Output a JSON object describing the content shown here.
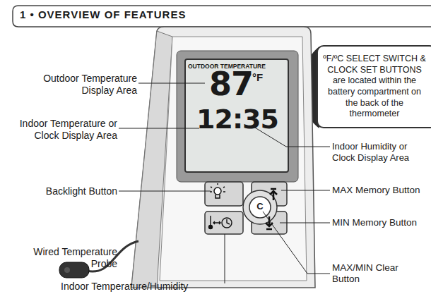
{
  "diagram": {
    "title": "1 • OVERVIEW OF FEATURES",
    "nodes": [
      {
        "text": [
          "ºF/ºC SELECT SWITCH & CLOCK SET BUTTONS are located within the battery compartment on the back of the thermometer"
        ]
      }
    ],
    "labels": [
      "Outdoor Temperature Display Area",
      "Indoor Temperature or Clock Display Area",
      "Backlight Button",
      "Wired Temperature Probe",
      "Indoor Temperature/Humidity",
      "Indoor Humidity or Clock Display Area",
      "MAX Memory Button",
      "MIN Memory Button",
      "MAX/MIN Clear Button",
      "OUTDOOR TEMPERATURE",
      "87",
      "°F",
      "12:35",
      "C"
    ]
  }
}
